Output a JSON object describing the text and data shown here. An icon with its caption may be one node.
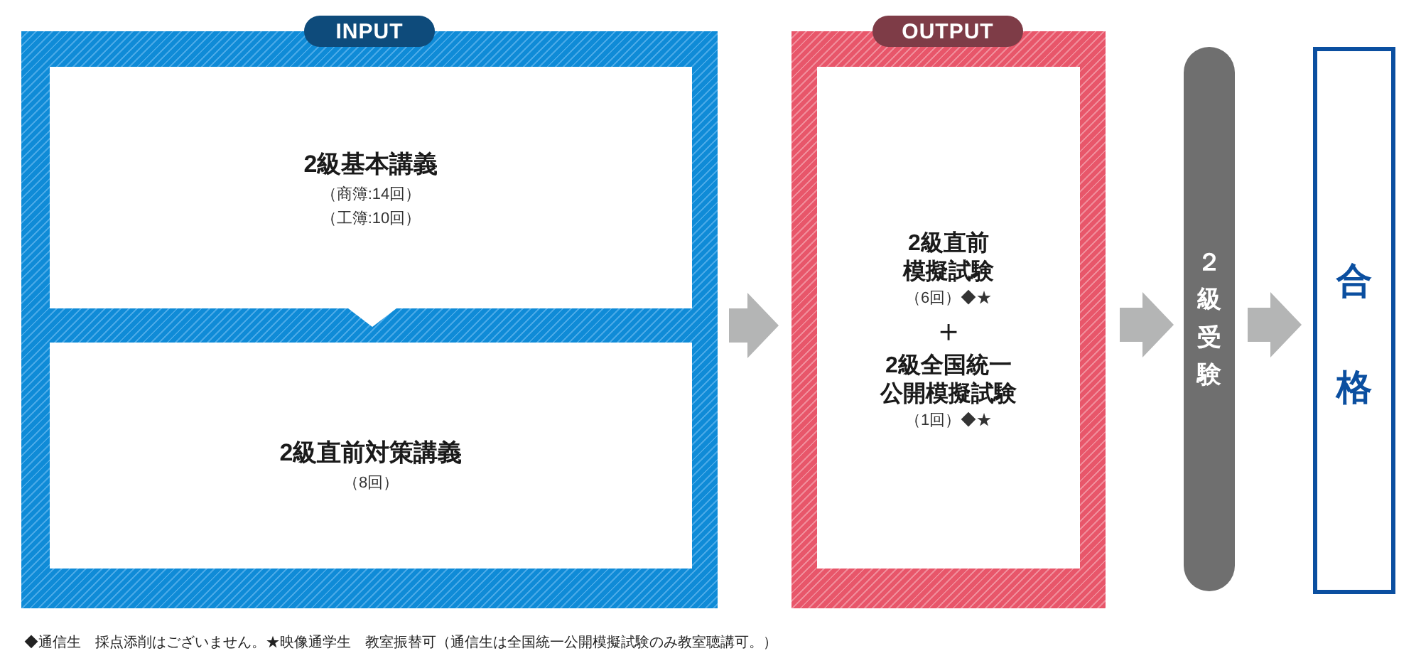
{
  "diagram": {
    "nodes": [
      {
        "text": [
          "INPUT"
        ]
      },
      {
        "text": [
          "2級基本講義",
          "（商簿:14回）",
          "（工簿:10回）"
        ],
        "in": 0
      },
      {
        "text": [
          "2級直前対策講義",
          "（8回）"
        ],
        "in": 0
      },
      {
        "text": [
          "OUTPUT"
        ]
      },
      {
        "text": [
          "2級直前模擬試験",
          "（6回）◆★",
          "＋",
          "2級全国統一公開模擬試験",
          "（1回）◆★"
        ],
        "in": 3
      },
      {
        "text": [
          "２級受験"
        ]
      },
      {
        "text": [
          "合格"
        ]
      }
    ],
    "edges": [
      {
        "from": 1,
        "to": 2,
        "arrow": "to",
        "color": "#ffffff"
      },
      {
        "from": 0,
        "to": 3,
        "arrow": "to"
      },
      {
        "from": 3,
        "to": 5,
        "arrow": "to"
      },
      {
        "from": 5,
        "to": 6,
        "arrow": "to"
      }
    ],
    "labels": [
      "◆通信生　採点添削はございません。★映像通学生　教室振替可（通信生は全国統一公開模擬試験のみ教室聴講可。）"
    ]
  }
}
